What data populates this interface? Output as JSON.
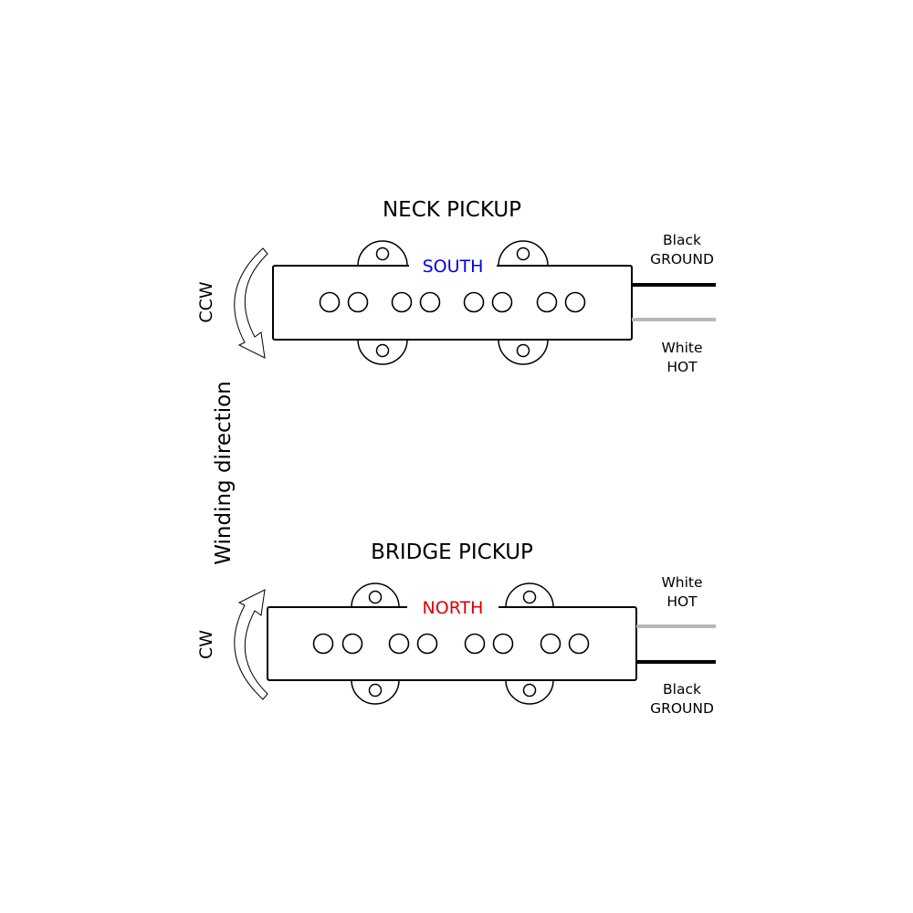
{
  "colors": {
    "outline": "#000000",
    "south": "#0000ee",
    "north": "#dd0000",
    "black_wire": "#000000",
    "white_wire": "#b8b8b8"
  },
  "axis_label": "Winding direction",
  "neck": {
    "title": "NECK PICKUP",
    "polarity": "SOUTH",
    "winding": "CCW",
    "wires": [
      {
        "color_name": "Black",
        "function": "GROUND"
      },
      {
        "color_name": "White",
        "function": "HOT"
      }
    ]
  },
  "bridge": {
    "title": "BRIDGE PICKUP",
    "polarity": "NORTH",
    "winding": "CW",
    "wires": [
      {
        "color_name": "White",
        "function": "HOT"
      },
      {
        "color_name": "Black",
        "function": "GROUND"
      }
    ]
  }
}
